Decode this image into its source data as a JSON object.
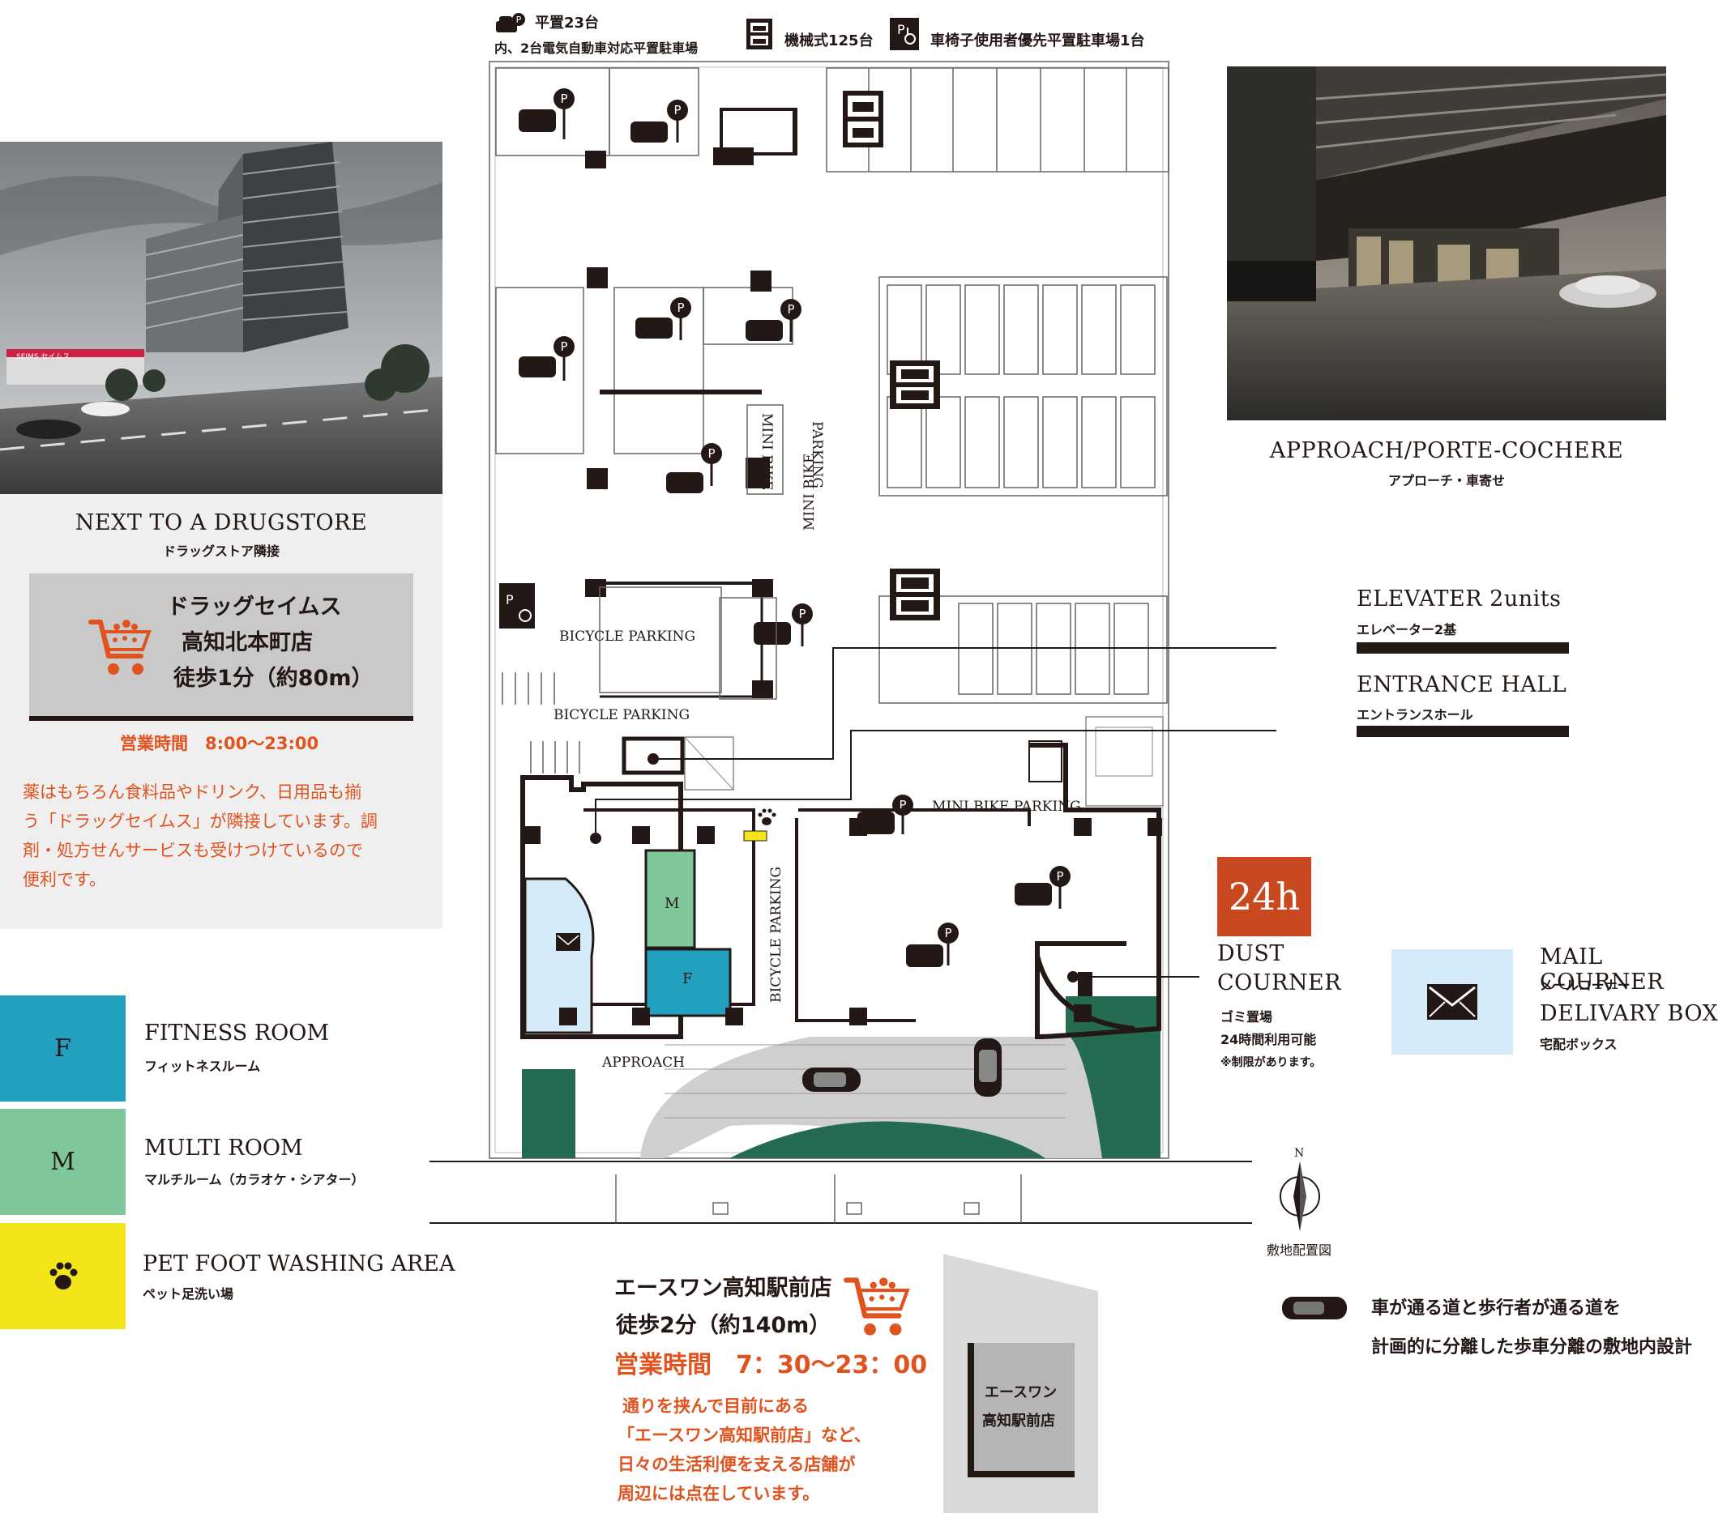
{
  "top_legend": {
    "flat_parking": "平置23台",
    "flat_parking_ev": "内、2台電気自動車対応平置駐車場",
    "mechanical": "機械式125台",
    "wheelchair": "車椅子使用者優先平置駐車場1台"
  },
  "drugstore": {
    "caption_en": "NEXT TO A DRUGSTORE",
    "caption_jp": "ドラッグストア隣接",
    "name1": "ドラッグセイムス",
    "name2": "高知北本町店",
    "walk": "徒歩1分（約80m）",
    "hours": "営業時間　8:00〜23:00",
    "desc1": "薬はもちろん食料品やドリンク、日用品も揃",
    "desc2": "う「ドラッグセイムス」が隣接しています。調",
    "desc3": "剤・処方せんサービスも受けつけているので",
    "desc4": "便利です。"
  },
  "legend": [
    {
      "mark": "F",
      "en": "FITNESS ROOM",
      "jp": "フィットネスルーム",
      "color": "#23a0bf"
    },
    {
      "mark": "M",
      "en": "MULTI ROOM",
      "jp": "マルチルーム（カラオケ・シアター）",
      "color": "#7fc79b"
    },
    {
      "mark": "",
      "en": "PET FOOT WASHING AREA",
      "jp": "ペット足洗い場",
      "color": "#f3e51a"
    }
  ],
  "approach_photo": {
    "caption_en": "APPROACH/PORTE-COCHERE",
    "caption_jp": "アプローチ・車寄せ"
  },
  "elevator": {
    "en": "ELEVATER 2units",
    "jp": "エレベーター2基"
  },
  "entrance": {
    "en": "ENTRANCE HALL",
    "jp": "エントランスホール"
  },
  "dust": {
    "badge": "24h",
    "en1": "DUST",
    "en2": "COURNER",
    "jp1": "ゴミ置場",
    "jp2": "24時間利用可能",
    "jp3": "※制限があります。"
  },
  "mail": {
    "en1": "MAIL COURNER",
    "jp1": "メールコーナー",
    "en2": "DELIVARY BOX",
    "jp2": "宅配ボックス"
  },
  "compass": {
    "n": "N",
    "caption": "敷地配置図"
  },
  "separation": {
    "line1": "車が通る道と歩行者が通る道を",
    "line2": "計画的に分離した歩車分離の敷地内設計"
  },
  "aceone": {
    "name": "エースワン高知駅前店",
    "walk": "徒歩2分（約140m）",
    "hours": "営業時間　7：30〜23：00",
    "desc1": "通りを挟んで目前にある",
    "desc2": "「エースワン高知駅前店」など、",
    "desc3": "日々の生活利便を支える店舗が",
    "desc4": "周辺には点在しています。",
    "map_label1": "エースワン",
    "map_label2": "高知駅前店"
  },
  "plan_labels": {
    "mini_bike_1": "MINI BIKE",
    "mini_bike_2": "PARKING",
    "bicycle_1": "BICYCLE PARKING",
    "bicycle_2": "BICYCLE PARKING",
    "bicycle_v": "BICYCLE PARKING",
    "mini_bike_h": "MINI BIKE PARKING",
    "approach": "APPROACH",
    "f": "F",
    "m": "M",
    "p": "P"
  },
  "colors": {
    "accent": "#e0531e",
    "fitness": "#23a0bf",
    "multi": "#7fc79b",
    "pet": "#f3e51a",
    "green": "#246b51",
    "dark": "#231815",
    "mail_blue": "#d6ebfa"
  }
}
